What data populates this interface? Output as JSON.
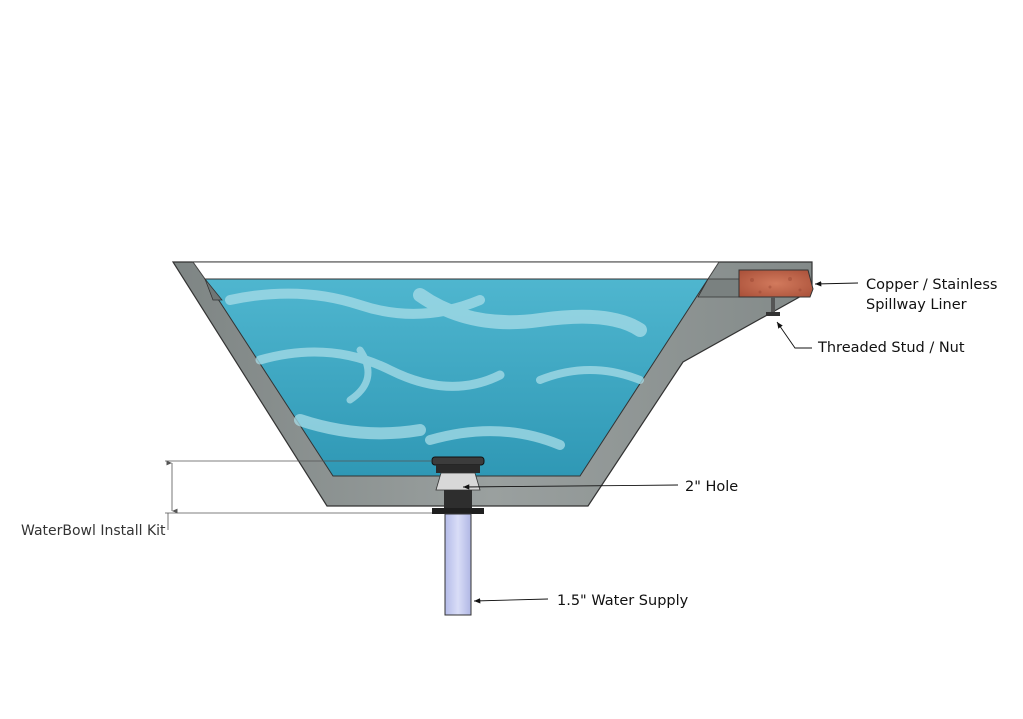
{
  "labels": {
    "liner_line1": "Copper / Stainless",
    "liner_line2": "Spillway Liner",
    "stud": "Threaded Stud / Nut",
    "hole": "2\" Hole",
    "kit": "WaterBowl Install Kit",
    "supply": "1.5\" Water Supply"
  },
  "colors": {
    "concrete": "#8e9594",
    "concrete_dark": "#6f7675",
    "water": "#3aa6c0",
    "copper": "#c0634a",
    "pipe": "#c8cdf0",
    "fitting": "#2e2e2e"
  }
}
